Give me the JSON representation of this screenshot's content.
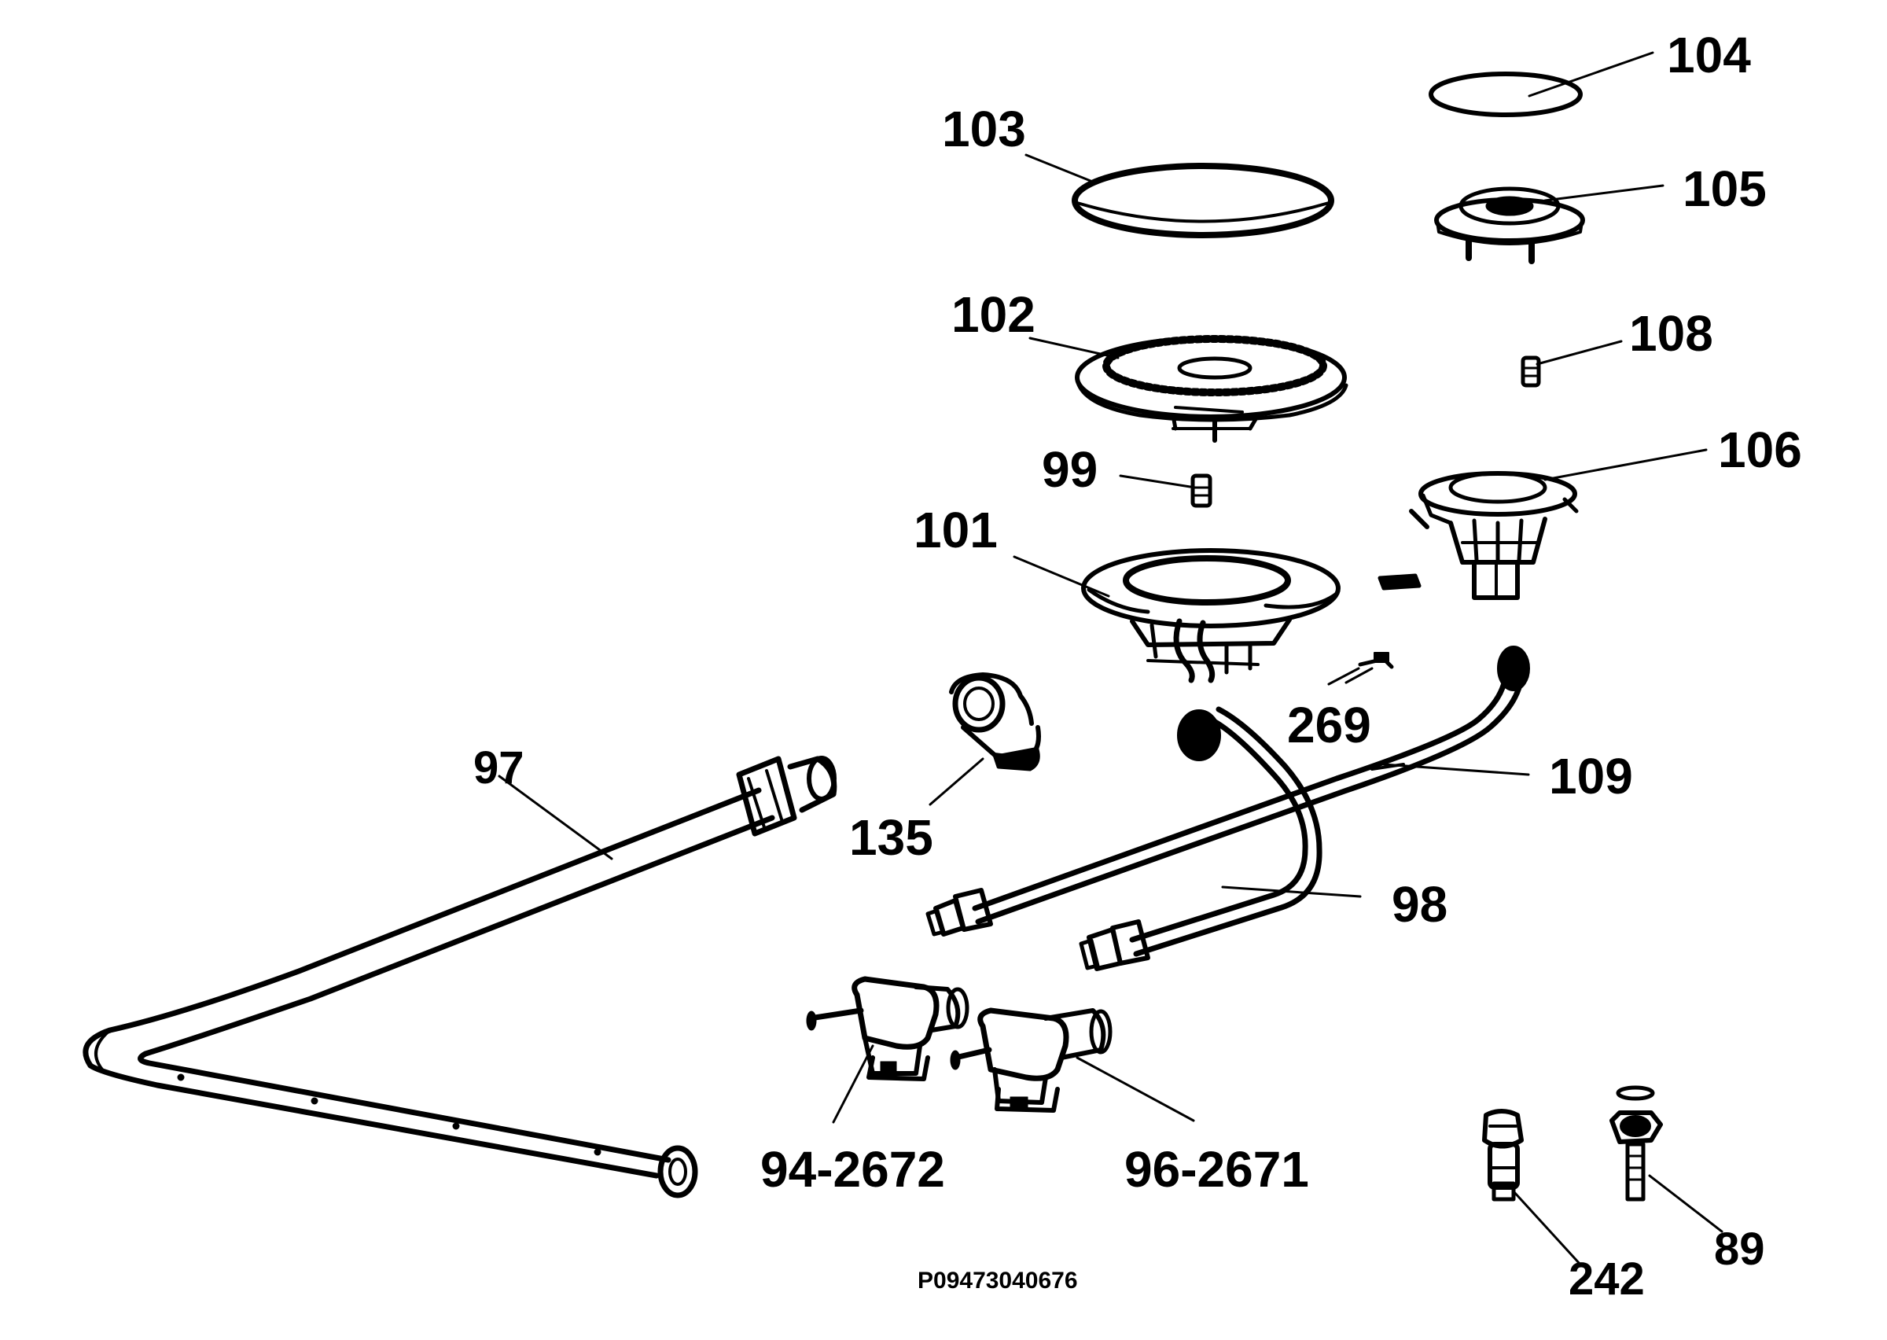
{
  "diagram": {
    "reference_code": "P09473040676",
    "labels": {
      "l104": "104",
      "l103": "103",
      "l105": "105",
      "l102": "102",
      "l108": "108",
      "l99": "99",
      "l106": "106",
      "l101": "101",
      "l269": "269",
      "l97": "97",
      "l135": "135",
      "l109": "109",
      "l98": "98",
      "l94": "94-2672",
      "l96": "96-2671",
      "l242": "242",
      "l89": "89"
    }
  }
}
